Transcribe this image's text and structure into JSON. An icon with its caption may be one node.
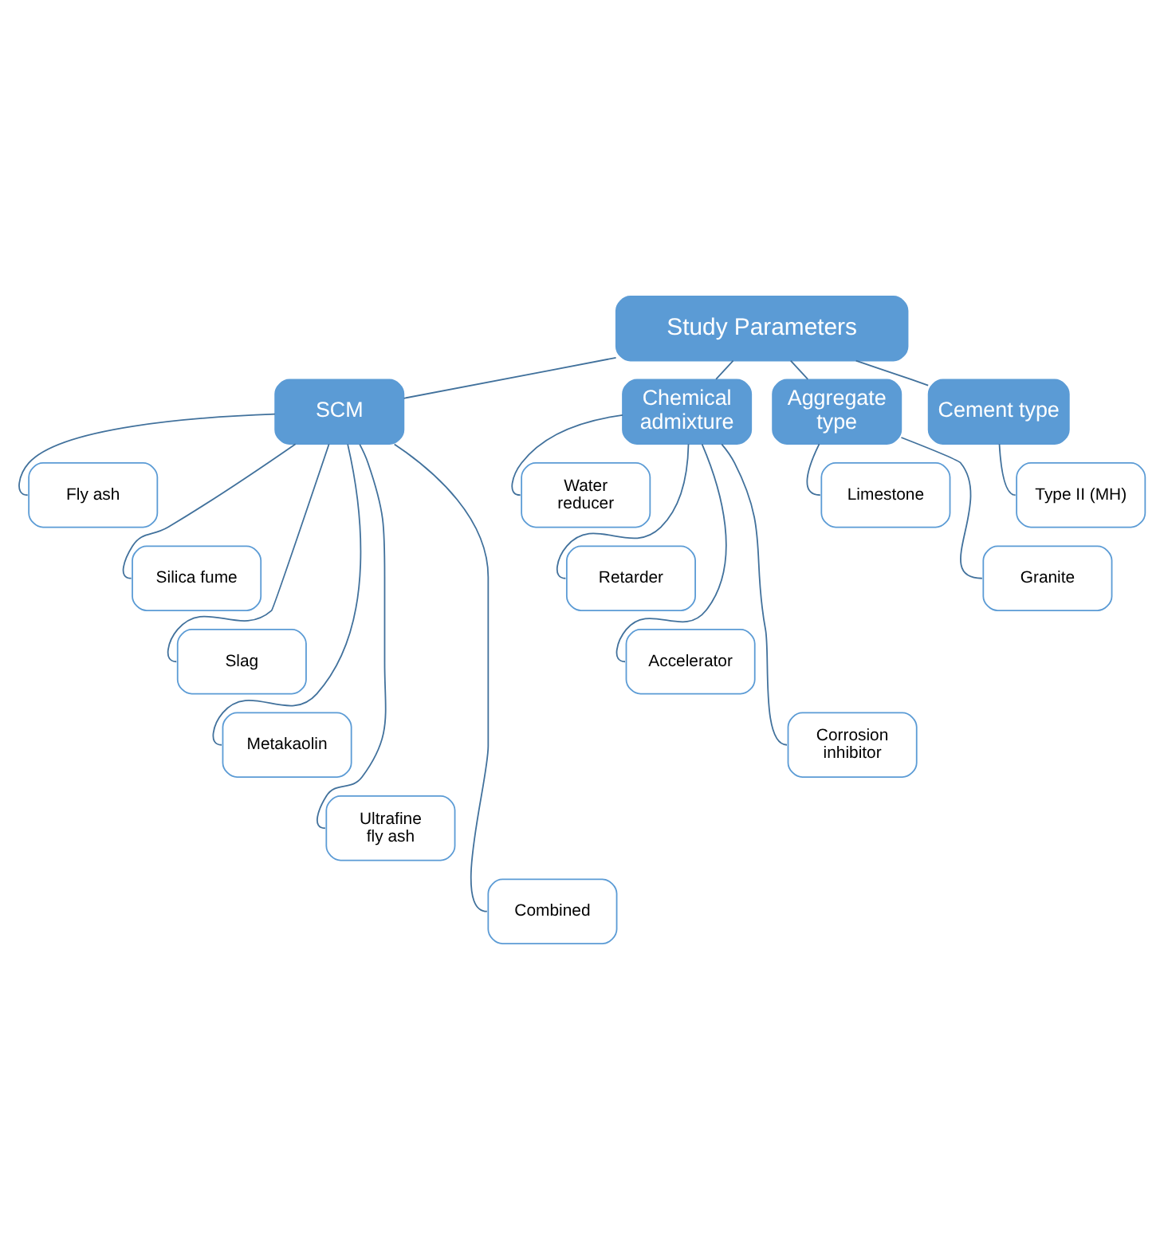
{
  "diagram": {
    "nodes": [
      {
        "text": [
          "Study Parameters"
        ]
      },
      {
        "text": [
          "SCM"
        ]
      },
      {
        "text": [
          "Fly ash"
        ]
      },
      {
        "text": [
          "Silica fume"
        ]
      },
      {
        "text": [
          "Slag"
        ]
      },
      {
        "text": [
          "Metakaolin"
        ]
      },
      {
        "text": [
          "Ultrafine fly ash"
        ]
      },
      {
        "text": [
          "Combined"
        ]
      },
      {
        "text": [
          "Chemical admixture"
        ]
      },
      {
        "text": [
          "Water reducer"
        ]
      },
      {
        "text": [
          "Retarder"
        ]
      },
      {
        "text": [
          "Accelerator"
        ]
      },
      {
        "text": [
          "Corrosion inhibitor"
        ]
      },
      {
        "text": [
          "Aggregate type"
        ]
      },
      {
        "text": [
          "Limestone"
        ]
      },
      {
        "text": [
          "Granite"
        ]
      },
      {
        "text": [
          "Cement type"
        ]
      },
      {
        "text": [
          "Type II (MH)"
        ]
      }
    ],
    "edges": [
      {
        "from": 0,
        "to": 1,
        "arrow": "none"
      },
      {
        "from": 0,
        "to": 8,
        "arrow": "none"
      },
      {
        "from": 0,
        "to": 13,
        "arrow": "none"
      },
      {
        "from": 0,
        "to": 16,
        "arrow": "none"
      },
      {
        "from": 1,
        "to": 2,
        "arrow": "none"
      },
      {
        "from": 1,
        "to": 3,
        "arrow": "none"
      },
      {
        "from": 1,
        "to": 4,
        "arrow": "none"
      },
      {
        "from": 1,
        "to": 5,
        "arrow": "none"
      },
      {
        "from": 1,
        "to": 6,
        "arrow": "none"
      },
      {
        "from": 1,
        "to": 7,
        "arrow": "none"
      },
      {
        "from": 8,
        "to": 9,
        "arrow": "none"
      },
      {
        "from": 8,
        "to": 10,
        "arrow": "none"
      },
      {
        "from": 8,
        "to": 11,
        "arrow": "none"
      },
      {
        "from": 8,
        "to": 12,
        "arrow": "none"
      },
      {
        "from": 13,
        "to": 14,
        "arrow": "none"
      },
      {
        "from": 13,
        "to": 15,
        "arrow": "none"
      },
      {
        "from": 16,
        "to": 17,
        "arrow": "none"
      }
    ]
  }
}
